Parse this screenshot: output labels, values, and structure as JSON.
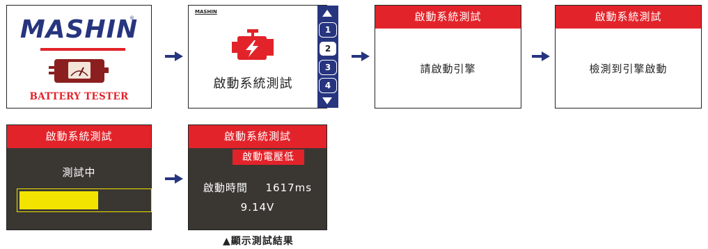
{
  "logo_screen": {
    "brand": "MASHIN",
    "registered_mark": "®",
    "tagline": "BATTERY TESTER"
  },
  "menu_screen": {
    "mini_brand": "MASHIN",
    "title": "啟動系統測試",
    "items": [
      "1",
      "2",
      "3",
      "4"
    ],
    "selected": "2"
  },
  "screen_prompt": {
    "header": "啟動系統測試",
    "message": "請啟動引擎"
  },
  "screen_detected": {
    "header": "啟動系統測試",
    "message": "檢測到引擎啟動"
  },
  "screen_testing": {
    "header": "啟動系統測試",
    "status": "測試中",
    "progress_fraction": 0.62
  },
  "screen_result": {
    "header": "啟動系統測試",
    "warning": "啟動電壓低",
    "start_time_label": "啟動時間",
    "start_time_value": "1617ms",
    "voltage": "9.14V"
  },
  "caption": "▲顯示測試結果",
  "colors": {
    "brand_blue": "#27357f",
    "accent_red": "#e2232a",
    "progress_yellow": "#f2e400",
    "dark_bg": "#3a3733"
  }
}
